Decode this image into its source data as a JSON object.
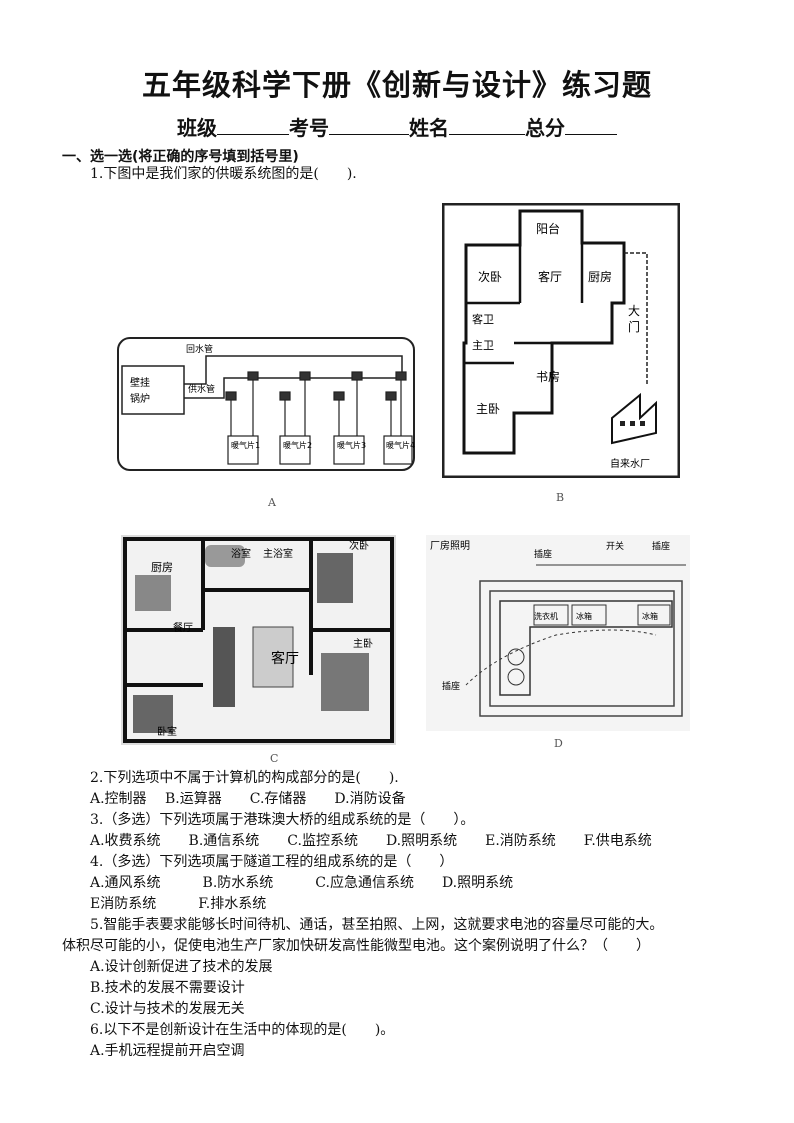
{
  "title": "五年级科学下册《创新与设计》练习题",
  "info": {
    "class_label": "班级",
    "exam_no_label": "考号",
    "name_label": "姓名",
    "score_label": "总分"
  },
  "section1": "一、选一选(将正确的序号填到括号里)",
  "q1": "1.下图中是我们家的供暖系统图的是(　　).",
  "figA": {
    "caption": "A",
    "boiler": [
      "壁挂",
      "锅炉"
    ],
    "return_pipe": "回水管",
    "supply_pipe": "供水管",
    "radiators": [
      "暖气片1",
      "暖气片2",
      "暖气片3",
      "暖气片4"
    ]
  },
  "figB": {
    "caption": "B",
    "rooms": [
      "阳台",
      "次卧",
      "客厅",
      "厨房",
      "客卫",
      "主卫",
      "书房",
      "主卧"
    ],
    "door": [
      "大",
      "门"
    ],
    "plant": "自来水厂"
  },
  "figC": {
    "caption": "C",
    "rooms": [
      "厨房",
      "浴室",
      "主浴室",
      "餐厅",
      "客厅",
      "次卧",
      "卧室",
      "主卧"
    ]
  },
  "figD": {
    "caption": "D",
    "label": "厂房照明",
    "notes": [
      "插座",
      "开关",
      "插座",
      "插座"
    ],
    "items": [
      "洗衣机",
      "冰箱",
      "冰箱"
    ]
  },
  "q2": {
    "stem": "2.下列选项中不属于计算机的构成部分的是(　　).",
    "options": "A.控制器　 B.运算器　　C.存储器　　D.消防设备"
  },
  "q3": {
    "stem": "3.（多选）下列选项属于港珠澳大桥的组成系统的是（　　）。",
    "options": "A.收费系统　　B.通信系统　　C.监控系统　　D.照明系统　　E.消防系统　　F.供电系统"
  },
  "q4": {
    "stem": "4.（多选）下列选项属于隧道工程的组成系统的是（　　）",
    "options1": "A.通风系统　　　B.防水系统　　　C.应急通信系统　　D.照明系统",
    "options2": "E消防系统　　　F.排水系统"
  },
  "q5": {
    "stem1": "5.智能手表要求能够长时间待机、通话，甚至拍照、上网，这就要求电池的容量尽可能的大。",
    "stem2": "体积尽可能的小，促使电池生产厂家加快研发高性能微型电池。这个案例说明了什么？（　　）",
    "a": "A.设计创新促进了技术的发展",
    "b": "B.技术的发展不需要设计",
    "c": "C.设计与技术的发展无关"
  },
  "q6": {
    "stem": "6.以下不是创新设计在生活中的体现的是(　　)。",
    "a": "A.手机远程提前开启空调"
  }
}
